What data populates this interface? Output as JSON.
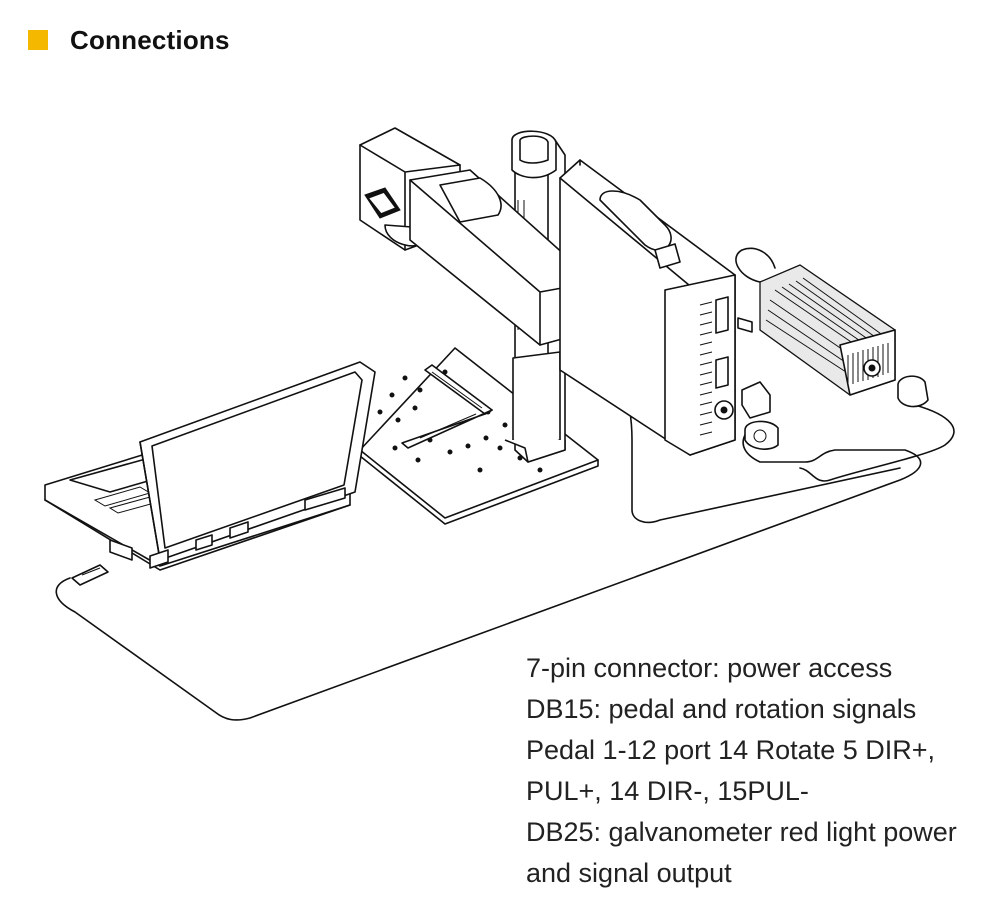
{
  "header": {
    "title": "Connections",
    "marker_color": "#f5b800"
  },
  "notes": [
    "7-pin connector: power access",
    "DB15: pedal and rotation signals",
    "Pedal 1-12 port 14 Rotate 5 DIR+,",
    "PUL+, 14 DIR-, 15PUL-",
    "DB25: galvanometer red light power",
    "and signal output"
  ]
}
